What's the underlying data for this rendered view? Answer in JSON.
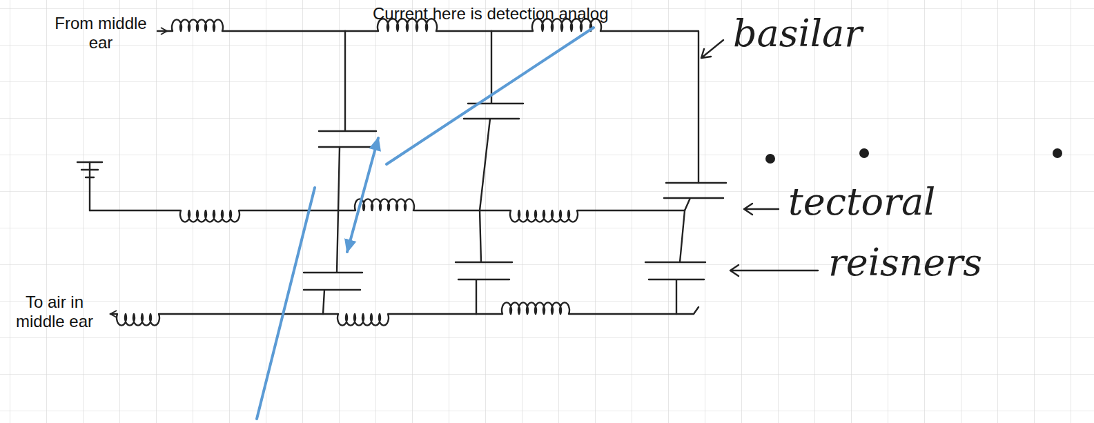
{
  "diagram": {
    "labels": [
      "From middle ear",
      "Current here is detection analog",
      "basilar",
      "tectoral",
      "reisners",
      "To air in middle ear"
    ]
  }
}
